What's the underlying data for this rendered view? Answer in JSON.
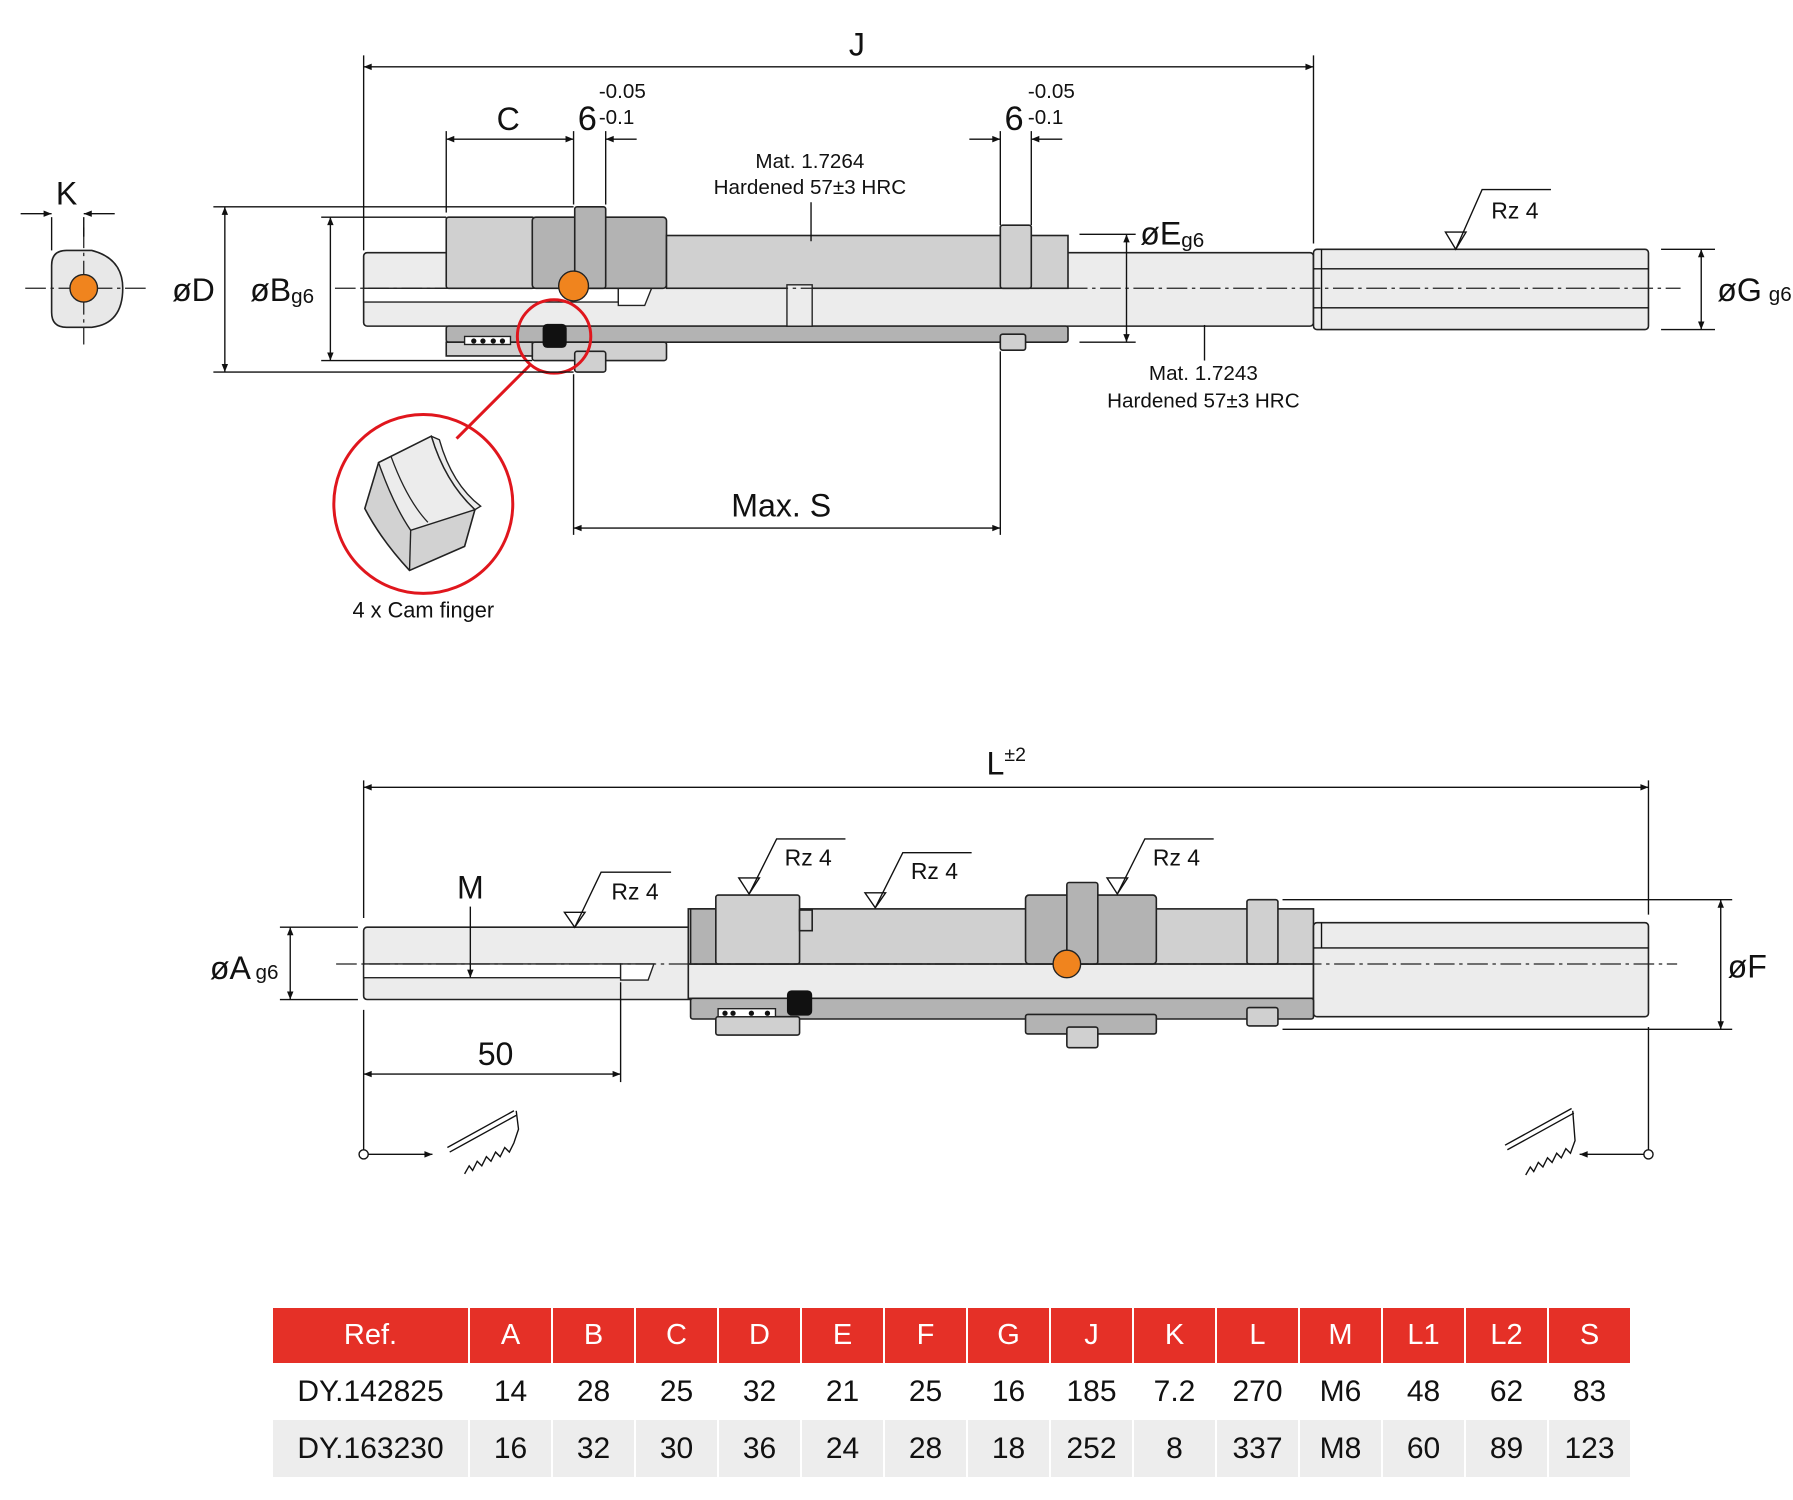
{
  "labels": {
    "K": "K",
    "D": "øD",
    "B": "øB",
    "B_tol": "g6",
    "J": "J",
    "C": "C",
    "six_a": "6",
    "six_b": "6",
    "tol_upper": "-0.05",
    "tol_lower": "-0.1",
    "E": "øE",
    "E_tol": "g6",
    "G": "øG",
    "G_tol": "g6",
    "max_s": "Max. S",
    "mat_top_line1": "Mat. 1.7264",
    "mat_top_line2": "Hardened 57±3 HRC",
    "mat_right_line1": "Mat. 1.7243",
    "mat_right_line2": "Hardened 57±3 HRC",
    "cam_caption": "4 x Cam finger",
    "rz": "Rz 4",
    "L": "L",
    "L_tol": "±2",
    "M": "M",
    "A": "øA",
    "A_tol": "g6",
    "F": "øF",
    "fifty": "50"
  },
  "colors": {
    "accent_red": "#e53027",
    "ball_orange": "#f0841e",
    "detail_circle_red": "#e0161d"
  },
  "table": {
    "headers": [
      "Ref.",
      "A",
      "B",
      "C",
      "D",
      "E",
      "F",
      "G",
      "J",
      "K",
      "L",
      "M",
      "L1",
      "L2",
      "S"
    ],
    "rows": [
      [
        "DY.142825",
        "14",
        "28",
        "25",
        "32",
        "21",
        "25",
        "16",
        "185",
        "7.2",
        "270",
        "M6",
        "48",
        "62",
        "83"
      ],
      [
        "DY.163230",
        "16",
        "32",
        "30",
        "36",
        "24",
        "28",
        "18",
        "252",
        "8",
        "337",
        "M8",
        "60",
        "89",
        "123"
      ]
    ]
  }
}
